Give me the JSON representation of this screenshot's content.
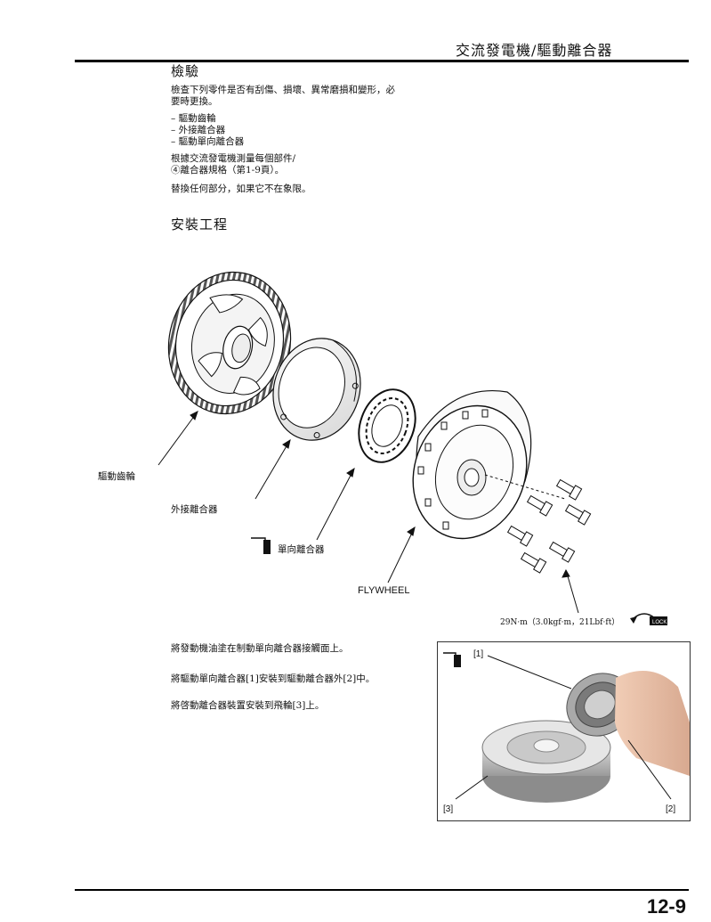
{
  "header": {
    "title": "交流發電機/驅動離合器"
  },
  "inspection": {
    "heading": "檢驗",
    "intro_line1": "檢查下列零件是否有刮傷、損壞、異常磨損和變形，必",
    "intro_line2": "要時更換。",
    "items": [
      "驅動齒輪",
      "外接離合器",
      "驅動單向離合器"
    ],
    "spec_line1": "根據交流發電機測量每個部件/",
    "spec_line2": "④離合器規格（第1-9頁）。",
    "replace_note": "替換任何部分，如果它不在象限。"
  },
  "installation": {
    "heading": "安裝工程"
  },
  "diagram": {
    "labels": {
      "drive_gear": "驅動齒輪",
      "outer_clutch": "外接離合器",
      "one_way_clutch": "單向離合器",
      "flywheel": "FLYWHEEL",
      "torque": "29N·m（3.0kgf·m，21Lbf·ft）",
      "lock": "LOCK"
    }
  },
  "steps": [
    "將發動機油塗在制動單向離合器接觸面上。",
    "將驅動單向離合器[1]安裝到驅動離合器外[2]中。",
    "將啓動離合器裝置安裝到飛輪[3]上。"
  ],
  "photo": {
    "callout_1": "[1]",
    "callout_2": "[2]",
    "callout_3": "[3]"
  },
  "footer": {
    "page_number": "12-9"
  }
}
